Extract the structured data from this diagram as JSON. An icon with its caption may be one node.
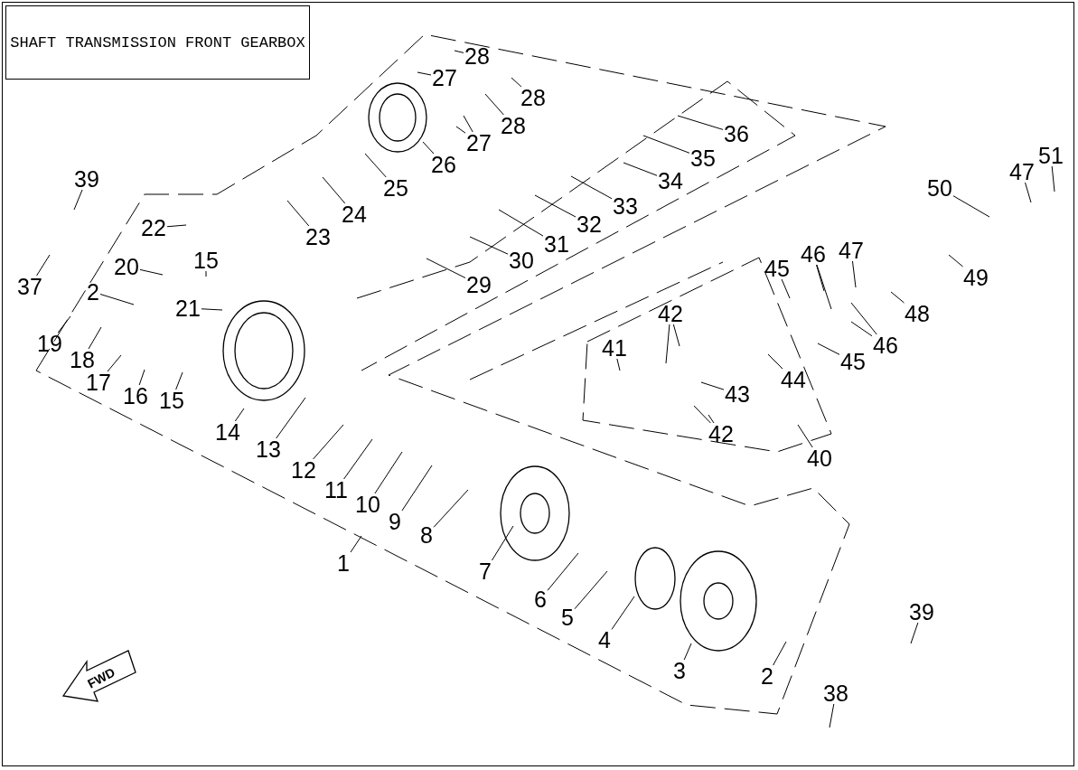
{
  "diagram": {
    "title": "SHAFT TRANSMISSION FRONT GEARBOX",
    "nodes": [
      {
        "text": [
          "28"
        ]
      },
      {
        "text": [
          "27"
        ]
      },
      {
        "text": [
          "28"
        ]
      },
      {
        "text": [
          "28"
        ]
      },
      {
        "text": [
          "27"
        ]
      },
      {
        "text": [
          "26"
        ]
      },
      {
        "text": [
          "25"
        ]
      },
      {
        "text": [
          "24"
        ]
      },
      {
        "text": [
          "23"
        ]
      },
      {
        "text": [
          "22"
        ]
      },
      {
        "text": [
          "15"
        ]
      },
      {
        "text": [
          "20"
        ]
      },
      {
        "text": [
          "21"
        ]
      },
      {
        "text": [
          "2"
        ]
      },
      {
        "text": [
          "37"
        ]
      },
      {
        "text": [
          "19"
        ]
      },
      {
        "text": [
          "18"
        ]
      },
      {
        "text": [
          "17"
        ]
      },
      {
        "text": [
          "16"
        ]
      },
      {
        "text": [
          "15"
        ]
      },
      {
        "text": [
          "14"
        ]
      },
      {
        "text": [
          "13"
        ]
      },
      {
        "text": [
          "12"
        ]
      },
      {
        "text": [
          "11"
        ]
      },
      {
        "text": [
          "10"
        ]
      },
      {
        "text": [
          "9"
        ]
      },
      {
        "text": [
          "8"
        ]
      },
      {
        "text": [
          "7"
        ]
      },
      {
        "text": [
          "6"
        ]
      },
      {
        "text": [
          "5"
        ]
      },
      {
        "text": [
          "4"
        ]
      },
      {
        "text": [
          "3"
        ]
      },
      {
        "text": [
          "2"
        ]
      },
      {
        "text": [
          "1"
        ]
      },
      {
        "text": [
          "39"
        ]
      },
      {
        "text": [
          "38"
        ]
      },
      {
        "text": [
          "39"
        ]
      },
      {
        "text": [
          "29"
        ]
      },
      {
        "text": [
          "30"
        ]
      },
      {
        "text": [
          "31"
        ]
      },
      {
        "text": [
          "32"
        ]
      },
      {
        "text": [
          "33"
        ]
      },
      {
        "text": [
          "34"
        ]
      },
      {
        "text": [
          "35"
        ]
      },
      {
        "text": [
          "36"
        ]
      },
      {
        "text": [
          "41"
        ]
      },
      {
        "text": [
          "42"
        ]
      },
      {
        "text": [
          "43"
        ]
      },
      {
        "text": [
          "44"
        ]
      },
      {
        "text": [
          "42"
        ]
      },
      {
        "text": [
          "40"
        ]
      },
      {
        "text": [
          "45"
        ]
      },
      {
        "text": [
          "46"
        ]
      },
      {
        "text": [
          "47"
        ]
      },
      {
        "text": [
          "45"
        ]
      },
      {
        "text": [
          "46"
        ]
      },
      {
        "text": [
          "48"
        ]
      },
      {
        "text": [
          "49"
        ]
      },
      {
        "text": [
          "50"
        ]
      },
      {
        "text": [
          "47"
        ]
      },
      {
        "text": [
          "51"
        ]
      }
    ],
    "edges": [
      {
        "from": 0,
        "to": null,
        "arrow": "none"
      },
      {
        "from": 1,
        "to": null,
        "arrow": "none"
      },
      {
        "from": 2,
        "to": null,
        "arrow": "none"
      },
      {
        "from": 3,
        "to": null,
        "arrow": "none"
      },
      {
        "from": 4,
        "to": null,
        "arrow": "none"
      },
      {
        "from": 4,
        "to": null,
        "arrow": "none"
      },
      {
        "from": 5,
        "to": null,
        "arrow": "none"
      },
      {
        "from": 6,
        "to": null,
        "arrow": "none"
      },
      {
        "from": 7,
        "to": null,
        "arrow": "none"
      },
      {
        "from": 8,
        "to": null,
        "arrow": "none"
      },
      {
        "from": 9,
        "to": null,
        "arrow": "none"
      },
      {
        "from": 10,
        "to": null,
        "arrow": "none"
      },
      {
        "from": 11,
        "to": null,
        "arrow": "none"
      },
      {
        "from": 12,
        "to": null,
        "arrow": "none"
      },
      {
        "from": 13,
        "to": null,
        "arrow": "none"
      },
      {
        "from": 14,
        "to": null,
        "arrow": "none"
      },
      {
        "from": 15,
        "to": null,
        "arrow": "none"
      },
      {
        "from": 16,
        "to": null,
        "arrow": "none"
      },
      {
        "from": 17,
        "to": null,
        "arrow": "none"
      },
      {
        "from": 18,
        "to": null,
        "arrow": "none"
      },
      {
        "from": 19,
        "to": null,
        "arrow": "none"
      },
      {
        "from": 20,
        "to": null,
        "arrow": "none"
      },
      {
        "from": 21,
        "to": null,
        "arrow": "none"
      },
      {
        "from": 22,
        "to": null,
        "arrow": "none"
      },
      {
        "from": 23,
        "to": null,
        "arrow": "none"
      },
      {
        "from": 24,
        "to": null,
        "arrow": "none"
      },
      {
        "from": 25,
        "to": null,
        "arrow": "none"
      },
      {
        "from": 26,
        "to": null,
        "arrow": "none"
      },
      {
        "from": 27,
        "to": null,
        "arrow": "none"
      },
      {
        "from": 28,
        "to": null,
        "arrow": "none"
      },
      {
        "from": 29,
        "to": null,
        "arrow": "none"
      },
      {
        "from": 30,
        "to": null,
        "arrow": "none"
      },
      {
        "from": 31,
        "to": null,
        "arrow": "none"
      },
      {
        "from": 32,
        "to": null,
        "arrow": "none"
      },
      {
        "from": 33,
        "to": null,
        "arrow": "none"
      },
      {
        "from": 34,
        "to": null,
        "arrow": "none"
      },
      {
        "from": 35,
        "to": null,
        "arrow": "none"
      },
      {
        "from": 36,
        "to": null,
        "arrow": "none"
      },
      {
        "from": 37,
        "to": null,
        "arrow": "none"
      },
      {
        "from": 38,
        "to": null,
        "arrow": "none"
      },
      {
        "from": 39,
        "to": null,
        "arrow": "none"
      },
      {
        "from": 40,
        "to": null,
        "arrow": "none"
      },
      {
        "from": 41,
        "to": null,
        "arrow": "none"
      },
      {
        "from": 42,
        "to": null,
        "arrow": "none"
      },
      {
        "from": 43,
        "to": null,
        "arrow": "none"
      },
      {
        "from": 44,
        "to": null,
        "arrow": "none"
      },
      {
        "from": 45,
        "to": null,
        "arrow": "none"
      },
      {
        "from": 46,
        "to": null,
        "arrow": "none"
      },
      {
        "from": 46,
        "to": null,
        "arrow": "none"
      },
      {
        "from": 47,
        "to": null,
        "arrow": "none"
      },
      {
        "from": 48,
        "to": null,
        "arrow": "none"
      },
      {
        "from": 49,
        "to": null,
        "arrow": "none"
      },
      {
        "from": 49,
        "to": null,
        "arrow": "none"
      },
      {
        "from": 50,
        "to": null,
        "arrow": "none"
      },
      {
        "from": 51,
        "to": null,
        "arrow": "none"
      },
      {
        "from": 52,
        "to": null,
        "arrow": "none"
      },
      {
        "from": 52,
        "to": null,
        "arrow": "none"
      },
      {
        "from": 53,
        "to": null,
        "arrow": "none"
      },
      {
        "from": 54,
        "to": null,
        "arrow": "none"
      },
      {
        "from": 55,
        "to": null,
        "arrow": "none"
      },
      {
        "from": 55,
        "to": null,
        "arrow": "none"
      },
      {
        "from": 56,
        "to": null,
        "arrow": "none"
      },
      {
        "from": 57,
        "to": null,
        "arrow": "none"
      },
      {
        "from": 58,
        "to": null,
        "arrow": "none"
      },
      {
        "from": 59,
        "to": null,
        "arrow": "none"
      },
      {
        "from": 60,
        "to": null,
        "arrow": "none"
      }
    ],
    "labels": [
      "FWD"
    ]
  }
}
